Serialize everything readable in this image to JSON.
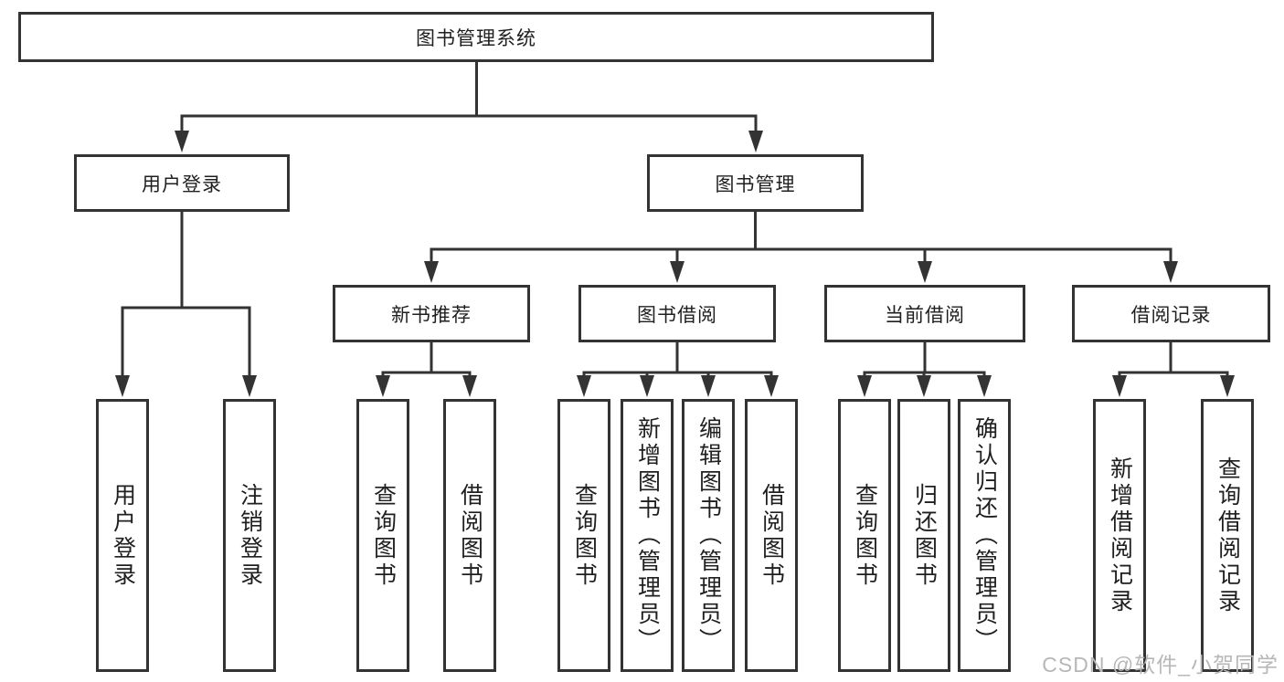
{
  "diagram": {
    "title": "图书管理系统",
    "level2": {
      "user_login": "用户登录",
      "book_management": "图书管理"
    },
    "level3": {
      "new_book_recommend": "新书推荐",
      "book_borrow": "图书借阅",
      "current_borrow": "当前借阅",
      "borrow_records": "借阅记录"
    },
    "leaves": {
      "user_login": "用户登录",
      "logout": "注销登录",
      "recommend_query_book": "查询图书",
      "recommend_borrow_book": "借阅图书",
      "borrow_query_book": "查询图书",
      "borrow_add_book": "新增图书（管理员）",
      "borrow_edit_book": "编辑图书（管理员）",
      "borrow_borrow_book": "借阅图书",
      "current_query_book": "查询图书",
      "current_return_book": "归还图书",
      "current_confirm_return": "确认归还（管理员）",
      "records_add_record": "新增借阅记录",
      "records_query_record": "查询借阅记录"
    }
  },
  "watermark": "CSDN @软件_小贺同学",
  "colors": {
    "line": "#333333",
    "text": "#1f1f1f",
    "box_background": "#ffffff",
    "watermark": "#b7b7b7"
  }
}
